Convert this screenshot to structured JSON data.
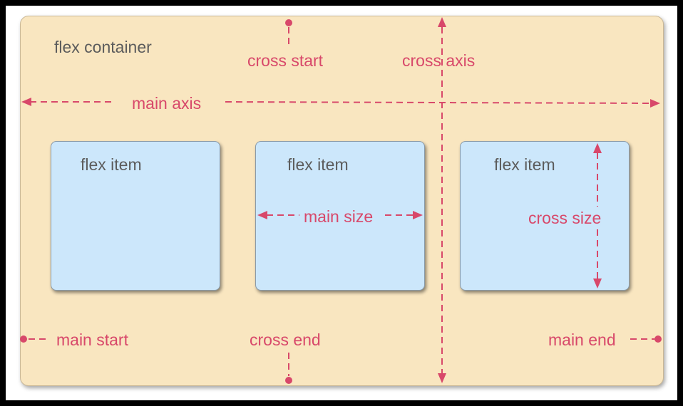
{
  "diagram": {
    "container_label": "flex container",
    "item_labels": [
      "flex item",
      "flex item",
      "flex item"
    ],
    "axes": {
      "main_axis": "main axis",
      "cross_axis": "cross axis",
      "main_start": "main start",
      "main_end": "main end",
      "cross_start": "cross start",
      "cross_end": "cross end",
      "main_size": "main size",
      "cross_size": "cross size"
    },
    "colors": {
      "container_bg": "#f9e6c0",
      "item_bg": "#cce7fb",
      "accent": "#d8486a",
      "label_text": "#5c5c5c"
    }
  }
}
